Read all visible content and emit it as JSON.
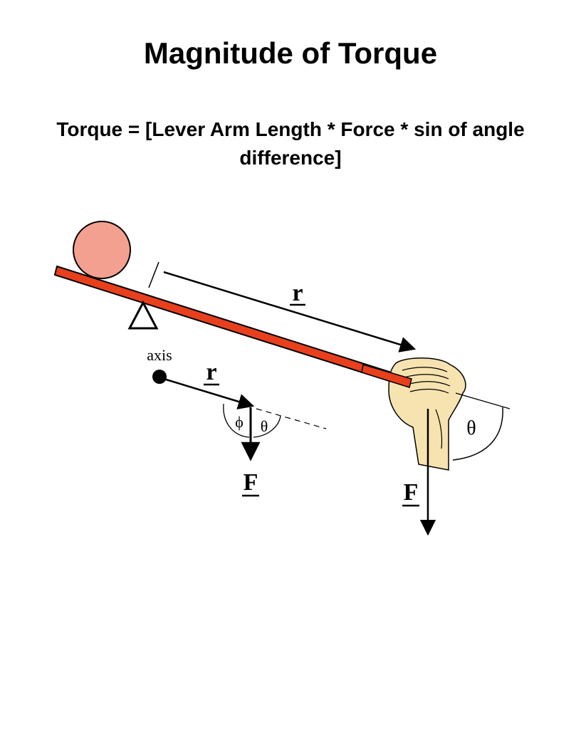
{
  "title": "Magnitude of Torque",
  "formula": "Torque = [Lever Arm Length * Force * sin of angle difference]",
  "diagram": {
    "labels": {
      "axis": "axis",
      "r_top": "r",
      "r_inset": "r",
      "f_inset": "F",
      "f_main": "F",
      "phi": "ϕ",
      "theta_inset": "θ",
      "theta_main": "θ"
    },
    "colors": {
      "lever": "#e8401c",
      "ball": "#f4a090",
      "hand": "#f7e3b0",
      "ink": "#000000"
    },
    "icons": {
      "ball": "ball-icon",
      "pivot": "fulcrum-triangle-icon",
      "hand": "fist-icon"
    }
  }
}
